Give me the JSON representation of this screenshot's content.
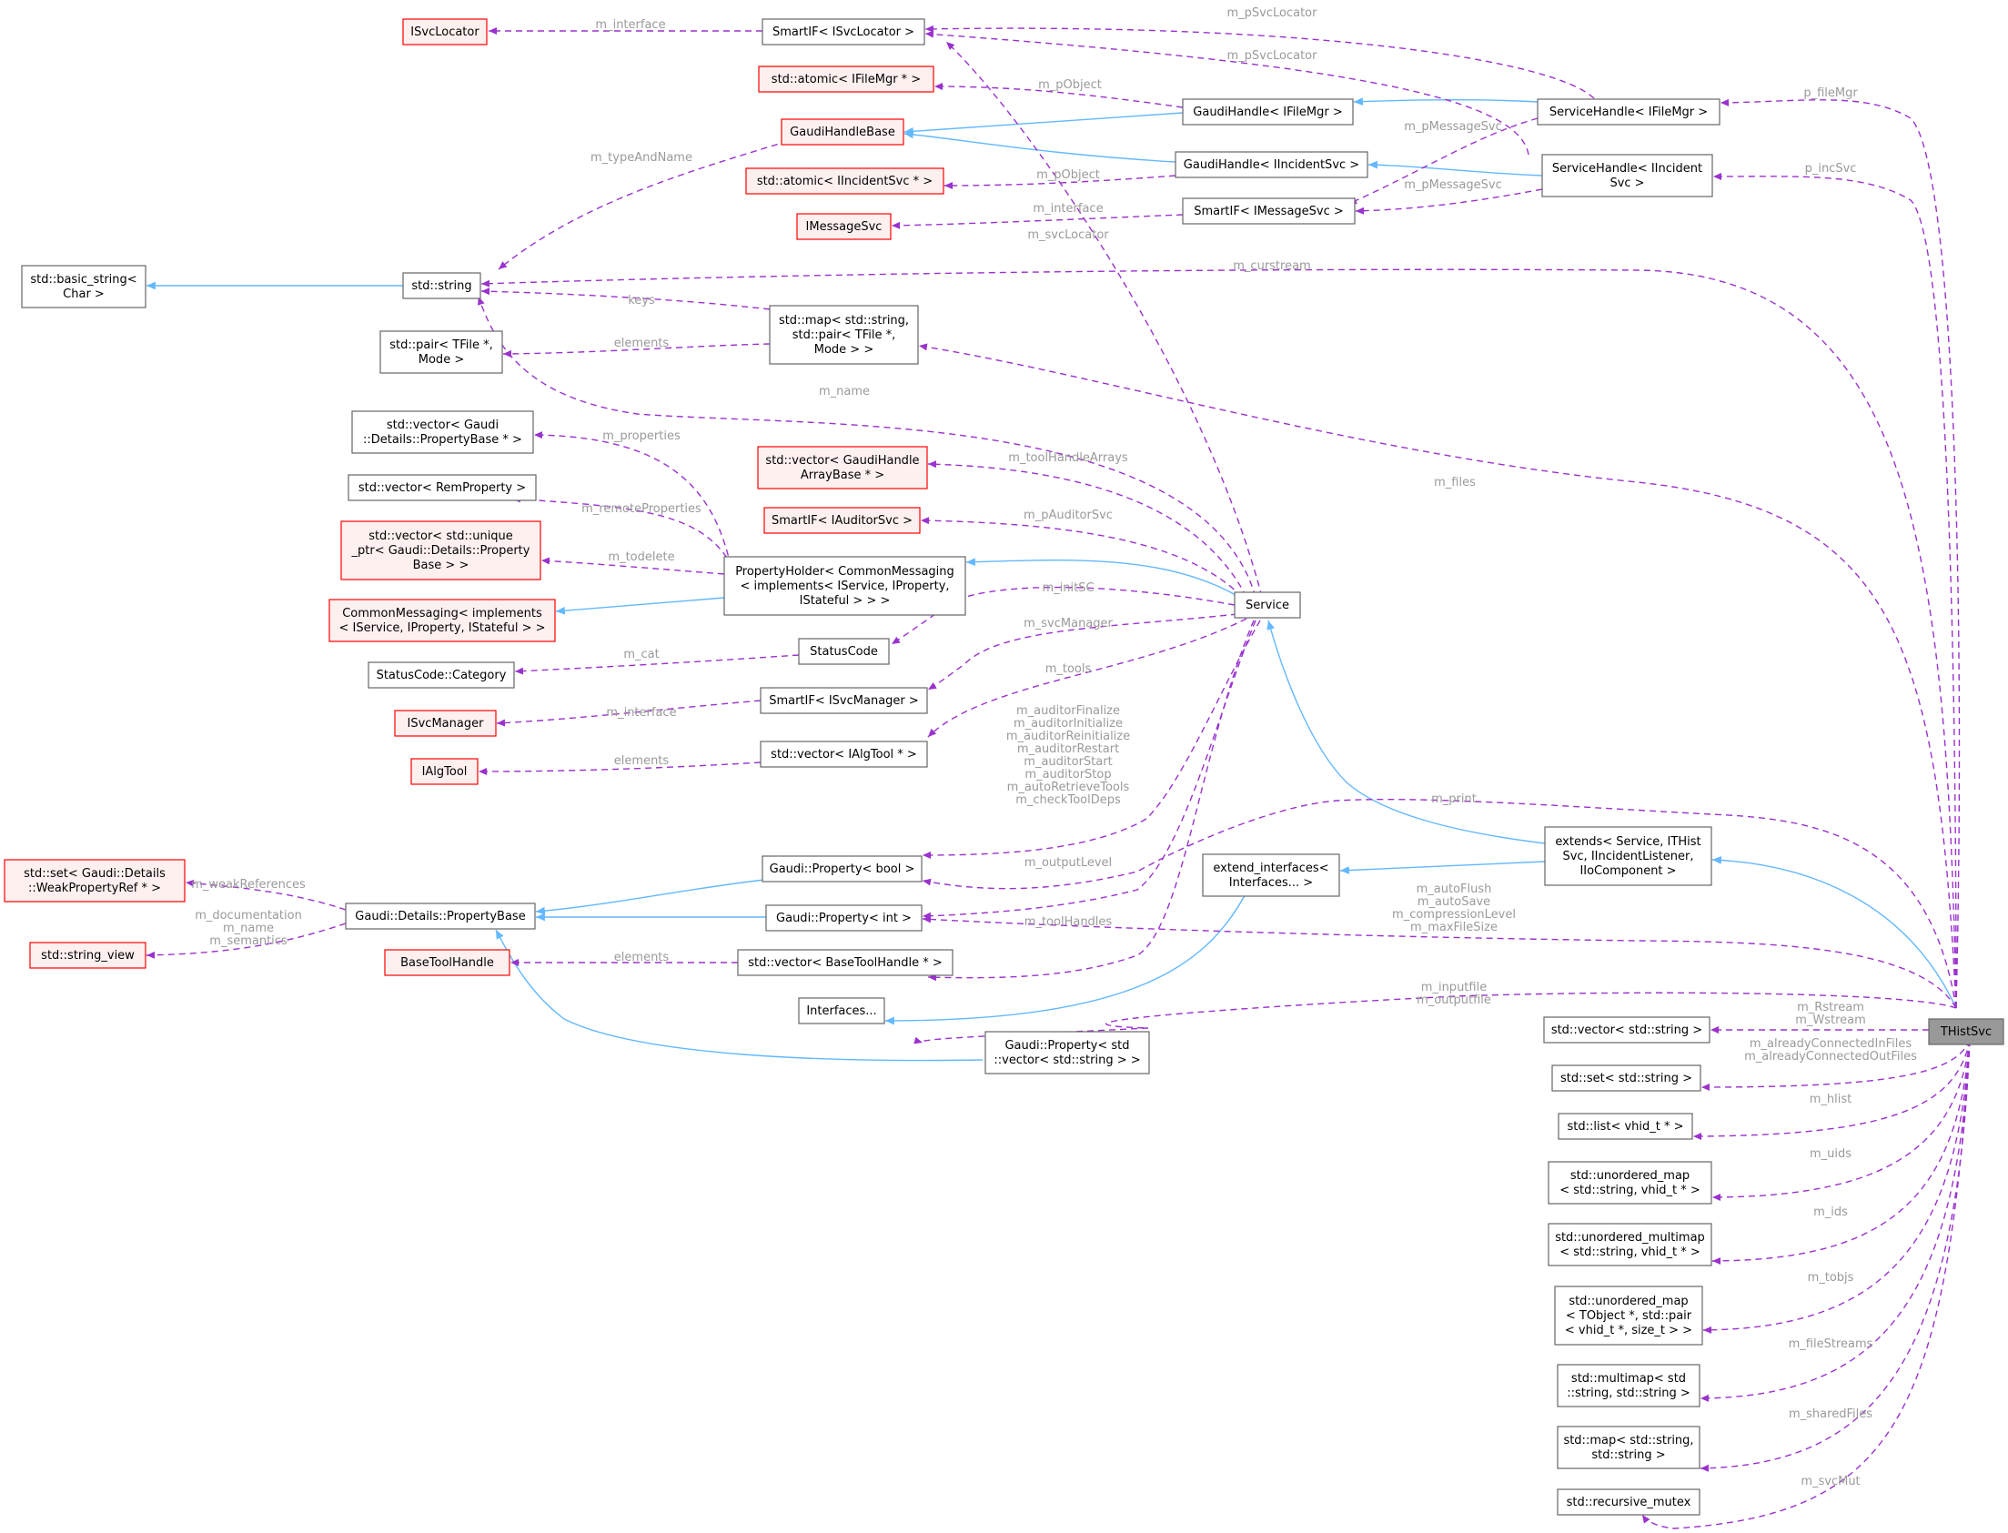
{
  "colors": {
    "normal_border": "#666666",
    "incomplete_border": "#ff0000",
    "incomplete_fill": "#fff0f0",
    "focus_fill": "#999999",
    "inherit_edge": "#63b8ff",
    "member_edge": "#9a32cd",
    "edge_label": "#9a9a9a"
  },
  "nodes": [
    {
      "id": "isvclocator",
      "lines": [
        "ISvcLocator"
      ],
      "style": "red"
    },
    {
      "id": "smartif_isvclocator",
      "lines": [
        "SmartIF< ISvcLocator >"
      ],
      "style": "normal"
    },
    {
      "id": "atomic_ifilemgr",
      "lines": [
        "std::atomic< IFileMgr * >"
      ],
      "style": "red"
    },
    {
      "id": "gaudihandlebase",
      "lines": [
        "GaudiHandleBase"
      ],
      "style": "red"
    },
    {
      "id": "gaudihandle_ifilemgr",
      "lines": [
        "GaudiHandle< IFileMgr >"
      ],
      "style": "normal"
    },
    {
      "id": "servicehandle_ifilemgr",
      "lines": [
        "ServiceHandle< IFileMgr >"
      ],
      "style": "normal"
    },
    {
      "id": "atomic_iincidentsvc",
      "lines": [
        "std::atomic< IIncidentSvc * >"
      ],
      "style": "red"
    },
    {
      "id": "gaudihandle_iincidentsvc",
      "lines": [
        "GaudiHandle< IIncidentSvc >"
      ],
      "style": "normal"
    },
    {
      "id": "servicehandle_iincident",
      "lines": [
        "ServiceHandle< IIncident",
        "Svc >"
      ],
      "style": "normal"
    },
    {
      "id": "imessagesvc",
      "lines": [
        "IMessageSvc"
      ],
      "style": "red"
    },
    {
      "id": "smartif_imessagesvc",
      "lines": [
        "SmartIF< IMessageSvc >"
      ],
      "style": "normal"
    },
    {
      "id": "basic_string",
      "lines": [
        "std::basic_string<",
        "Char >"
      ],
      "style": "normal"
    },
    {
      "id": "std_string",
      "lines": [
        "std::string"
      ],
      "style": "normal"
    },
    {
      "id": "pair_tfile",
      "lines": [
        "std::pair< TFile *,",
        "Mode >"
      ],
      "style": "normal"
    },
    {
      "id": "map_string_pair",
      "lines": [
        "std::map< std::string,",
        "std::pair< TFile *,",
        "Mode > >"
      ],
      "style": "normal"
    },
    {
      "id": "vector_propertybase",
      "lines": [
        "std::vector< Gaudi",
        "::Details::PropertyBase * >"
      ],
      "style": "normal"
    },
    {
      "id": "vector_gaudihandlearraybase",
      "lines": [
        "std::vector< GaudiHandle",
        "ArrayBase * >"
      ],
      "style": "red"
    },
    {
      "id": "vector_remproperty",
      "lines": [
        "std::vector< RemProperty >"
      ],
      "style": "normal"
    },
    {
      "id": "smartif_iauditorsvc",
      "lines": [
        "SmartIF< IAuditorSvc >"
      ],
      "style": "red"
    },
    {
      "id": "vector_unique_ptr",
      "lines": [
        "std::vector< std::unique",
        "_ptr< Gaudi::Details::Property",
        "Base > >"
      ],
      "style": "red"
    },
    {
      "id": "propertyholder",
      "lines": [
        "PropertyHolder< CommonMessaging",
        "< implements< IService, IProperty,",
        "IStateful > > >"
      ],
      "style": "normal"
    },
    {
      "id": "commonmessaging",
      "lines": [
        "CommonMessaging< implements",
        "< IService, IProperty, IStateful > >"
      ],
      "style": "red"
    },
    {
      "id": "service",
      "lines": [
        "Service"
      ],
      "style": "normal"
    },
    {
      "id": "statuscode",
      "lines": [
        "StatusCode"
      ],
      "style": "normal"
    },
    {
      "id": "statuscode_category",
      "lines": [
        "StatusCode::Category"
      ],
      "style": "normal"
    },
    {
      "id": "smartif_isvcmanager",
      "lines": [
        "SmartIF< ISvcManager >"
      ],
      "style": "normal"
    },
    {
      "id": "isvcmanager",
      "lines": [
        "ISvcManager"
      ],
      "style": "red"
    },
    {
      "id": "vector_ialgtool",
      "lines": [
        "std::vector< IAlgTool * >"
      ],
      "style": "normal"
    },
    {
      "id": "ialgtool",
      "lines": [
        "IAlgTool"
      ],
      "style": "red"
    },
    {
      "id": "set_weakpropertyref",
      "lines": [
        "std::set< Gaudi::Details",
        "::WeakPropertyRef * >"
      ],
      "style": "red"
    },
    {
      "id": "gaudi_property_bool",
      "lines": [
        "Gaudi::Property< bool >"
      ],
      "style": "normal"
    },
    {
      "id": "extends",
      "lines": [
        "extends< Service, ITHist",
        "Svc, IIncidentListener,",
        "IIoComponent >"
      ],
      "style": "normal"
    },
    {
      "id": "extend_interfaces",
      "lines": [
        "extend_interfaces<",
        "Interfaces... >"
      ],
      "style": "normal"
    },
    {
      "id": "propertybase",
      "lines": [
        "Gaudi::Details::PropertyBase"
      ],
      "style": "normal"
    },
    {
      "id": "gaudi_property_int",
      "lines": [
        "Gaudi::Property< int >"
      ],
      "style": "normal"
    },
    {
      "id": "string_view",
      "lines": [
        "std::string_view"
      ],
      "style": "red"
    },
    {
      "id": "basetoolhandle",
      "lines": [
        "BaseToolHandle"
      ],
      "style": "red"
    },
    {
      "id": "vector_basetoolhandle",
      "lines": [
        "std::vector< BaseToolHandle * >"
      ],
      "style": "normal"
    },
    {
      "id": "interfaces",
      "lines": [
        "Interfaces..."
      ],
      "style": "normal"
    },
    {
      "id": "gaudi_property_vector_string",
      "lines": [
        "Gaudi::Property< std",
        "::vector< std::string > >"
      ],
      "style": "normal"
    },
    {
      "id": "thistsvc",
      "lines": [
        "THistSvc"
      ],
      "style": "focus"
    },
    {
      "id": "vector_string",
      "lines": [
        "std::vector< std::string >"
      ],
      "style": "normal"
    },
    {
      "id": "set_string",
      "lines": [
        "std::set< std::string >"
      ],
      "style": "normal"
    },
    {
      "id": "list_vhid",
      "lines": [
        "std::list< vhid_t * >"
      ],
      "style": "normal"
    },
    {
      "id": "unordered_map_string_vhid",
      "lines": [
        "std::unordered_map",
        "< std::string, vhid_t * >"
      ],
      "style": "normal"
    },
    {
      "id": "unordered_multimap",
      "lines": [
        "std::unordered_multimap",
        "< std::string, vhid_t * >"
      ],
      "style": "normal"
    },
    {
      "id": "unordered_map_tobject",
      "lines": [
        "std::unordered_map",
        "< TObject *, std::pair",
        "< vhid_t *, size_t > >"
      ],
      "style": "normal"
    },
    {
      "id": "multimap_string",
      "lines": [
        "std::multimap< std",
        "::string, std::string >"
      ],
      "style": "normal"
    },
    {
      "id": "map_string_string",
      "lines": [
        "std::map< std::string,",
        "std::string >"
      ],
      "style": "normal"
    },
    {
      "id": "recursive_mutex",
      "lines": [
        "std::recursive_mutex"
      ],
      "style": "normal"
    }
  ],
  "edge_labels": [
    {
      "id": "lbl_m_interface_1",
      "lines": [
        "m_interface"
      ]
    },
    {
      "id": "lbl_m_psvclocator_1",
      "lines": [
        "m_pSvcLocator"
      ]
    },
    {
      "id": "lbl_m_psvclocator_2",
      "lines": [
        "m_pSvcLocator"
      ]
    },
    {
      "id": "lbl_m_pobject_1",
      "lines": [
        "m_pObject"
      ]
    },
    {
      "id": "lbl_p_filemgr",
      "lines": [
        "p_fileMgr"
      ]
    },
    {
      "id": "lbl_m_typeandname",
      "lines": [
        "m_typeAndName"
      ]
    },
    {
      "id": "lbl_m_pmessagesvc_1",
      "lines": [
        "m_pMessageSvc"
      ]
    },
    {
      "id": "lbl_m_pobject_2",
      "lines": [
        "m_pObject"
      ]
    },
    {
      "id": "lbl_p_incsvc",
      "lines": [
        "p_incSvc"
      ]
    },
    {
      "id": "lbl_m_pmessagesvc_2",
      "lines": [
        "m_pMessageSvc"
      ]
    },
    {
      "id": "lbl_m_interface_2",
      "lines": [
        "m_interface"
      ]
    },
    {
      "id": "lbl_m_svclocator",
      "lines": [
        "m_svcLocator"
      ]
    },
    {
      "id": "lbl_m_curstream",
      "lines": [
        "m_curstream"
      ]
    },
    {
      "id": "lbl_keys",
      "lines": [
        "keys"
      ]
    },
    {
      "id": "lbl_elements_1",
      "lines": [
        "elements"
      ]
    },
    {
      "id": "lbl_m_name",
      "lines": [
        "m_name"
      ]
    },
    {
      "id": "lbl_m_properties",
      "lines": [
        "m_properties"
      ]
    },
    {
      "id": "lbl_m_toolhandlearrays",
      "lines": [
        "m_toolHandleArrays"
      ]
    },
    {
      "id": "lbl_m_files",
      "lines": [
        "m_files"
      ]
    },
    {
      "id": "lbl_m_remoteproperties",
      "lines": [
        "m_remoteProperties"
      ]
    },
    {
      "id": "lbl_m_pauditorsvc",
      "lines": [
        "m_pAuditorSvc"
      ]
    },
    {
      "id": "lbl_m_todelete",
      "lines": [
        "m_todelete"
      ]
    },
    {
      "id": "lbl_m_initsc",
      "lines": [
        "m_initSC"
      ]
    },
    {
      "id": "lbl_m_svcmanager",
      "lines": [
        "m_svcManager"
      ]
    },
    {
      "id": "lbl_m_cat",
      "lines": [
        "m_cat"
      ]
    },
    {
      "id": "lbl_m_tools",
      "lines": [
        "m_tools"
      ]
    },
    {
      "id": "lbl_m_interface_3",
      "lines": [
        "m_interface"
      ]
    },
    {
      "id": "lbl_auditor_flags",
      "lines": [
        "m_auditorFinalize",
        "m_auditorInitialize",
        "m_auditorReinitialize",
        "m_auditorRestart",
        "m_auditorStart",
        "m_auditorStop",
        "m_autoRetrieveTools",
        "m_checkToolDeps"
      ]
    },
    {
      "id": "lbl_elements_2",
      "lines": [
        "elements"
      ]
    },
    {
      "id": "lbl_m_print",
      "lines": [
        "m_print"
      ]
    },
    {
      "id": "lbl_m_weakreferences",
      "lines": [
        "m_weakReferences"
      ]
    },
    {
      "id": "lbl_m_outputlevel",
      "lines": [
        "m_outputLevel"
      ]
    },
    {
      "id": "lbl_doc_name_semantics",
      "lines": [
        "m_documentation",
        "m_name",
        "m_semantics"
      ]
    },
    {
      "id": "lbl_autoflush_group",
      "lines": [
        "m_autoFlush",
        "m_autoSave",
        "m_compressionLevel",
        "m_maxFileSize"
      ]
    },
    {
      "id": "lbl_m_toolhandles",
      "lines": [
        "m_toolHandles"
      ]
    },
    {
      "id": "lbl_elements_3",
      "lines": [
        "elements"
      ]
    },
    {
      "id": "lbl_inputfile_group",
      "lines": [
        "m_inputfile",
        "m_outputfile"
      ]
    },
    {
      "id": "lbl_rstream_group",
      "lines": [
        "m_Rstream",
        "m_Wstream"
      ]
    },
    {
      "id": "lbl_already_connected",
      "lines": [
        "m_alreadyConnectedInFiles",
        "m_alreadyConnectedOutFiles"
      ]
    },
    {
      "id": "lbl_m_hlist",
      "lines": [
        "m_hlist"
      ]
    },
    {
      "id": "lbl_m_uids",
      "lines": [
        "m_uids"
      ]
    },
    {
      "id": "lbl_m_ids",
      "lines": [
        "m_ids"
      ]
    },
    {
      "id": "lbl_m_tobjs",
      "lines": [
        "m_tobjs"
      ]
    },
    {
      "id": "lbl_m_filestreams",
      "lines": [
        "m_fileStreams"
      ]
    },
    {
      "id": "lbl_m_sharedfiles",
      "lines": [
        "m_sharedFiles"
      ]
    },
    {
      "id": "lbl_m_svcmut",
      "lines": [
        "m_svcMut"
      ]
    }
  ]
}
